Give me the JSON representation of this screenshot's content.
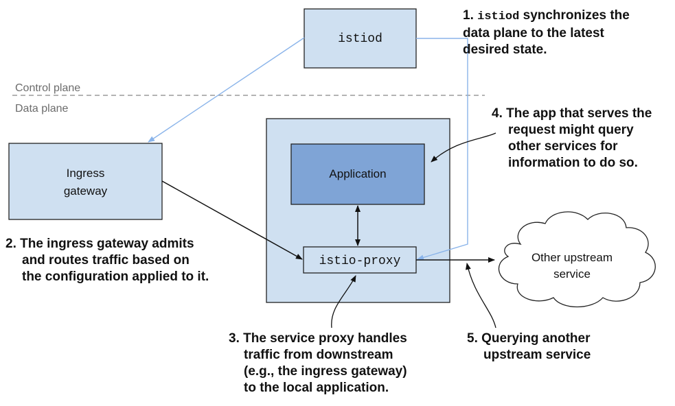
{
  "colors": {
    "box_fill": "#cfe0f1",
    "app_fill": "#7fa4d6",
    "control_line": "#8ab4ea",
    "dashed_line": "#9a9a9a"
  },
  "planes": {
    "control": "Control plane",
    "data": "Data plane"
  },
  "nodes": {
    "istiod": "istiod",
    "ingress_line1": "Ingress",
    "ingress_line2": "gateway",
    "application": "Application",
    "proxy": "istio-proxy",
    "upstream_line1": "Other upstream",
    "upstream_line2": "service"
  },
  "notes": {
    "n1": {
      "code": "istiod",
      "line1_rest": " synchronizes the",
      "line1_prefix": "1. ",
      "line2": "data plane to the latest",
      "line3": "desired state."
    },
    "n2": {
      "line1": "2. The ingress gateway admits",
      "line2": "and routes traffic based on",
      "line3": "the configuration applied to it."
    },
    "n3": {
      "line1": "3. The service proxy handles",
      "line2": "traffic from downstream",
      "line3": "(e.g., the ingress gateway)",
      "line4": "to the local application."
    },
    "n4": {
      "line1": "4. The app that serves the",
      "line2": "request might query",
      "line3": "other services for",
      "line4": "information to do so."
    },
    "n5": {
      "line1": "5. Querying another",
      "line2": "upstream service"
    }
  }
}
